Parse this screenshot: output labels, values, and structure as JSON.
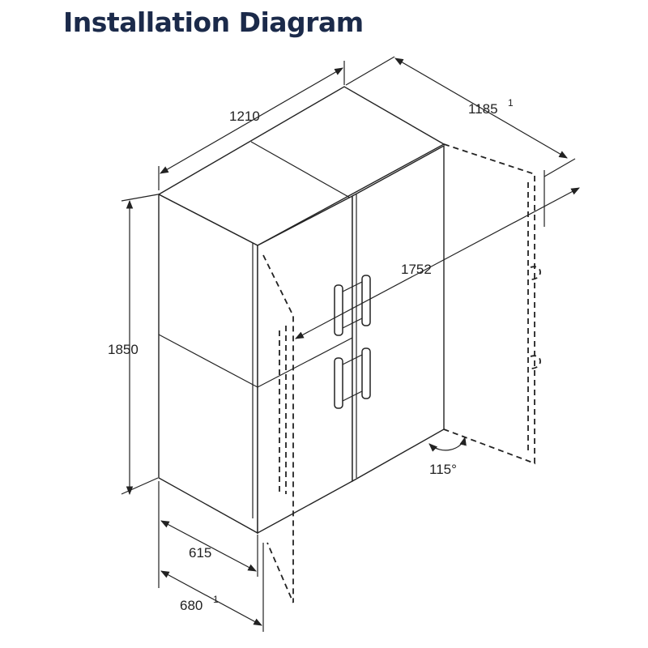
{
  "title": "Installation Diagram",
  "dimensions": {
    "width_total": "1210",
    "depth_open": "1185",
    "depth_open_note": "1",
    "diagonal": "1752",
    "height": "1850",
    "depth": "615",
    "depth_with_handle": "680",
    "depth_with_handle_note": "1",
    "door_angle": "115°"
  },
  "colors": {
    "title": "#1b2a4a",
    "lines": "#222222"
  }
}
